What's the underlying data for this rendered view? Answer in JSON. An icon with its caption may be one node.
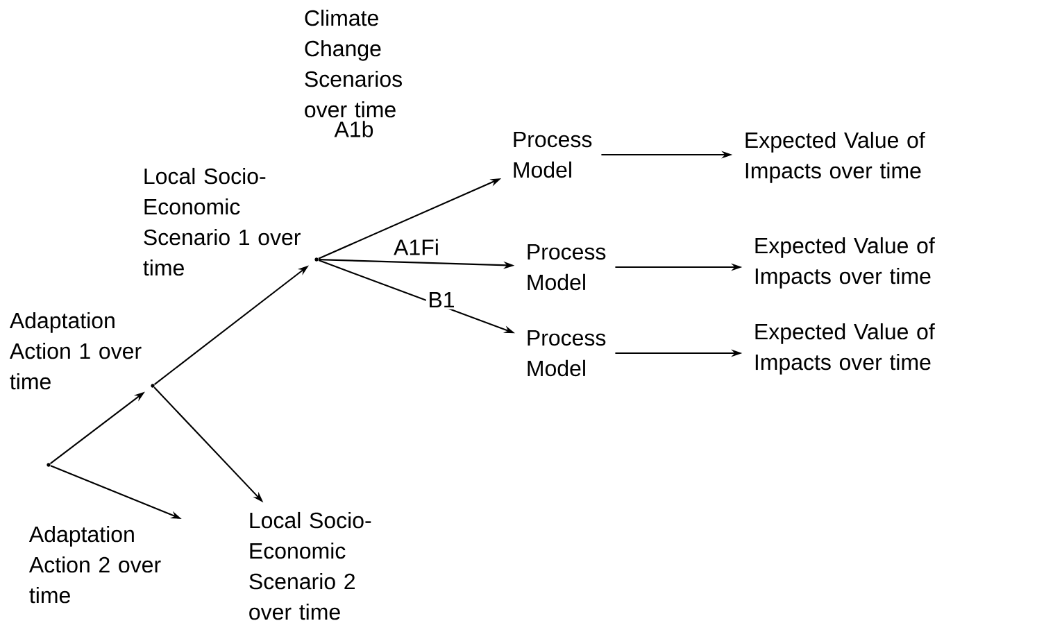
{
  "diagram": {
    "nodes": [
      {
        "text": [],
        "shape": "point"
      },
      {
        "text": [],
        "shape": "point",
        "beside": [
          "Adaptation Action 1 over time"
        ]
      },
      {
        "text": [],
        "shape": "point",
        "beside": [
          "Local Socio-Economic Scenario 1 over time"
        ]
      },
      {
        "text": [
          "Adaptation Action 2 over time"
        ]
      },
      {
        "text": [
          "Local Socio-Economic Scenario 2 over time"
        ]
      },
      {
        "text": [
          "Process Model"
        ]
      },
      {
        "text": [
          "Process Model"
        ]
      },
      {
        "text": [
          "Process Model"
        ]
      },
      {
        "text": [
          "Expected Value of Impacts over time"
        ]
      },
      {
        "text": [
          "Expected Value of Impacts over time"
        ]
      },
      {
        "text": [
          "Expected Value of Impacts over time"
        ]
      }
    ],
    "edges": [
      {
        "from": 0,
        "to": 1,
        "arrow": "to"
      },
      {
        "from": 1,
        "to": 2,
        "arrow": "to"
      },
      {
        "from": 2,
        "to": 5,
        "arrow": "to",
        "label": "A1b"
      },
      {
        "from": 2,
        "to": 6,
        "arrow": "to",
        "label": "A1Fi"
      },
      {
        "from": 2,
        "to": 7,
        "arrow": "to",
        "label": "B1"
      },
      {
        "from": 1,
        "to": 4,
        "arrow": "to"
      },
      {
        "from": 0,
        "to": 3,
        "arrow": "to"
      },
      {
        "from": 5,
        "to": 8,
        "arrow": "to"
      },
      {
        "from": 6,
        "to": 9,
        "arrow": "to"
      },
      {
        "from": 7,
        "to": 10,
        "arrow": "to"
      }
    ],
    "labels": [
      "Climate Change Scenarios over time"
    ]
  }
}
